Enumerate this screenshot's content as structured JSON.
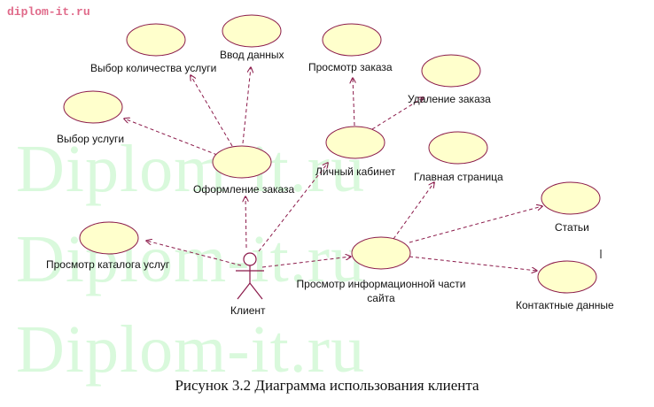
{
  "watermark": {
    "top": "diplom-it.ru",
    "big": [
      "Diplom-it.ru",
      "Diplom-it.ru",
      "Diplom-it.ru"
    ]
  },
  "actor": {
    "label": "Клиент"
  },
  "use_cases": {
    "select_service": "Выбор услуги",
    "select_quantity": "Выбор количества услуги",
    "enter_data": "Ввод данных",
    "checkout": "Оформление заказа",
    "catalog": "Просмотр каталога услуг",
    "view_order": "Просмотр заказа",
    "delete_order": "Удаление заказа",
    "cabinet": "Личный кабинет",
    "main_page": "Главная страница",
    "info_line1": "Просмотр информационной части",
    "info_line2": "сайта",
    "articles": "Статьи",
    "contacts": "Контактные данные"
  },
  "caption": "Рисунок 3.2 Диаграмма использования клиента",
  "colors": {
    "ellipse_fill": "#ffffcc",
    "connector": "#8b1a4a",
    "watermark_green": "#78eb82",
    "watermark_pink": "#e06a8a"
  }
}
